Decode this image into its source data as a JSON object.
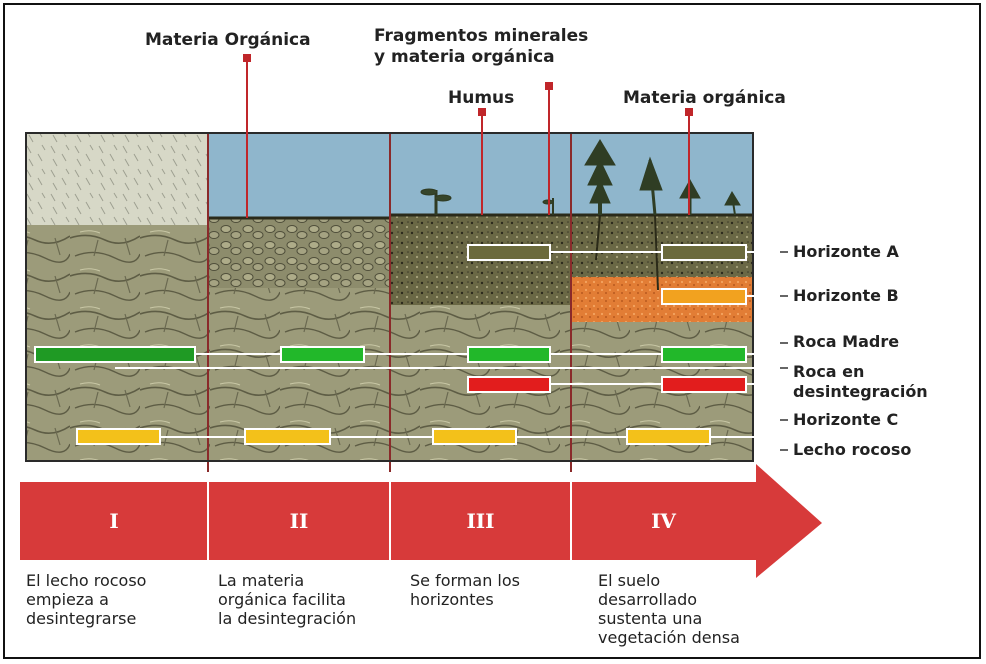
{
  "top_labels": {
    "materia_organica_1": "Materia Orgánica",
    "fragmentos": "Fragmentos minerales\ny materia orgánica",
    "humus": "Humus",
    "materia_organica_2": "Materia orgánica"
  },
  "right_labels": {
    "horizonte_a": "Horizonte A",
    "horizonte_b": "Horizonte B",
    "roca_madre": "Roca Madre",
    "roca_en_desintegracion": "Roca en\ndesintegración",
    "horizonte_c": "Horizonte C",
    "lecho_rocoso": "Lecho rocoso"
  },
  "stages": [
    {
      "numeral": "I",
      "caption": "El lecho rocoso\nempieza a\ndesintegrarse"
    },
    {
      "numeral": "II",
      "caption": "La materia\norgánica facilita\nla desintegración"
    },
    {
      "numeral": "III",
      "caption": "Se forman los\nhorizontes"
    },
    {
      "numeral": "IV",
      "caption": "El suelo\ndesarrollado\nsustenta una\nvegetación densa"
    }
  ],
  "colors": {
    "arrow": "#d73a3a",
    "sky": "#8fb6cc",
    "rock": "#9a9a78",
    "horizonte_a": "#6b6a3c",
    "horizonte_b": "#f2a21f",
    "roca_madre": "#22b82a",
    "roca_en_desintegracion": "#e21d1d",
    "lecho_rocoso": "#f3c11a",
    "pointer": "#c0262a"
  }
}
